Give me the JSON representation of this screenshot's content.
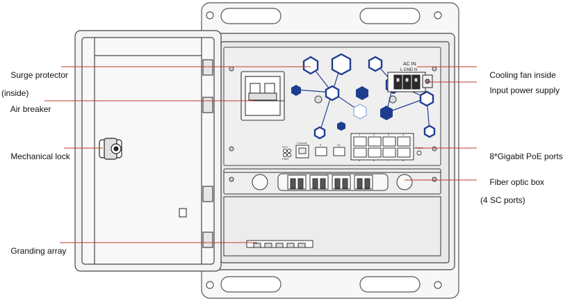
{
  "callouts": {
    "surge_protector": {
      "line1": "Surge protector",
      "line2": "(inside)"
    },
    "air_breaker": {
      "line1": "Air breaker"
    },
    "mechanical_lock": {
      "line1": "Mechanical lock"
    },
    "granding_array": {
      "line1": "Granding array"
    },
    "cooling_fan": {
      "line1": "Cooling fan inside"
    },
    "input_power": {
      "line1": "Input power supply"
    },
    "poe_ports": {
      "line1": "8*Gigabit PoE ports"
    },
    "fiber_box": {
      "line1": "Fiber optic box",
      "line2": "(4 SC ports)"
    }
  },
  "panel_labels": {
    "ac_in": "AC IN",
    "l_gnd_n": "L  GND N",
    "console": "Console",
    "sfp1": "9",
    "sfp2": "10",
    "reset": "Reset",
    "sys_led": "SYS",
    "pwr_led": "PWR",
    "port_top": [
      "1",
      "2",
      "3",
      "4"
    ],
    "port_bottom": [
      "5",
      "6",
      "7",
      "8"
    ]
  },
  "colors": {
    "leader": "#c0392b",
    "outline": "#333333",
    "hex_blue": "#1f3d8f",
    "hex_light": "#9fb6e0"
  }
}
